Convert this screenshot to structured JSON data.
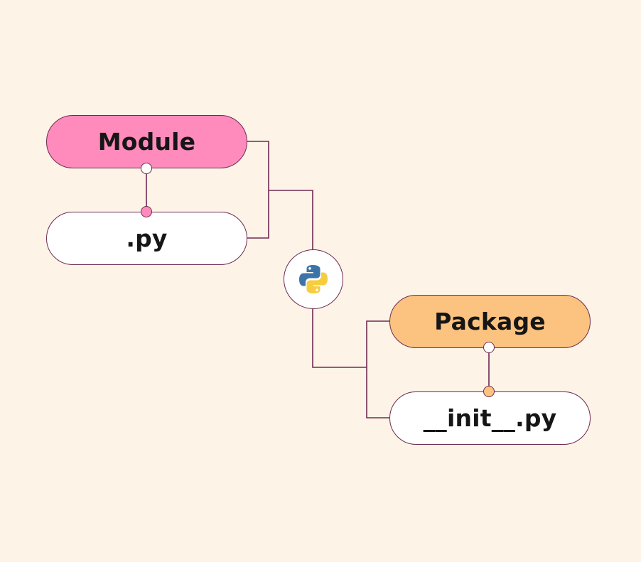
{
  "colors": {
    "background": "#fdf3e6",
    "line": "#6e2a52",
    "module_fill": "#ff8bbd",
    "package_fill": "#fbc37f",
    "file_fill": "#ffffff",
    "python_blue": "#3d74a8",
    "python_yellow": "#f6cd3e"
  },
  "icons": {
    "center": "python-logo-icon"
  },
  "module": {
    "title": "Module",
    "file": ".py"
  },
  "package": {
    "title": "Package",
    "file": "__init__.py"
  }
}
